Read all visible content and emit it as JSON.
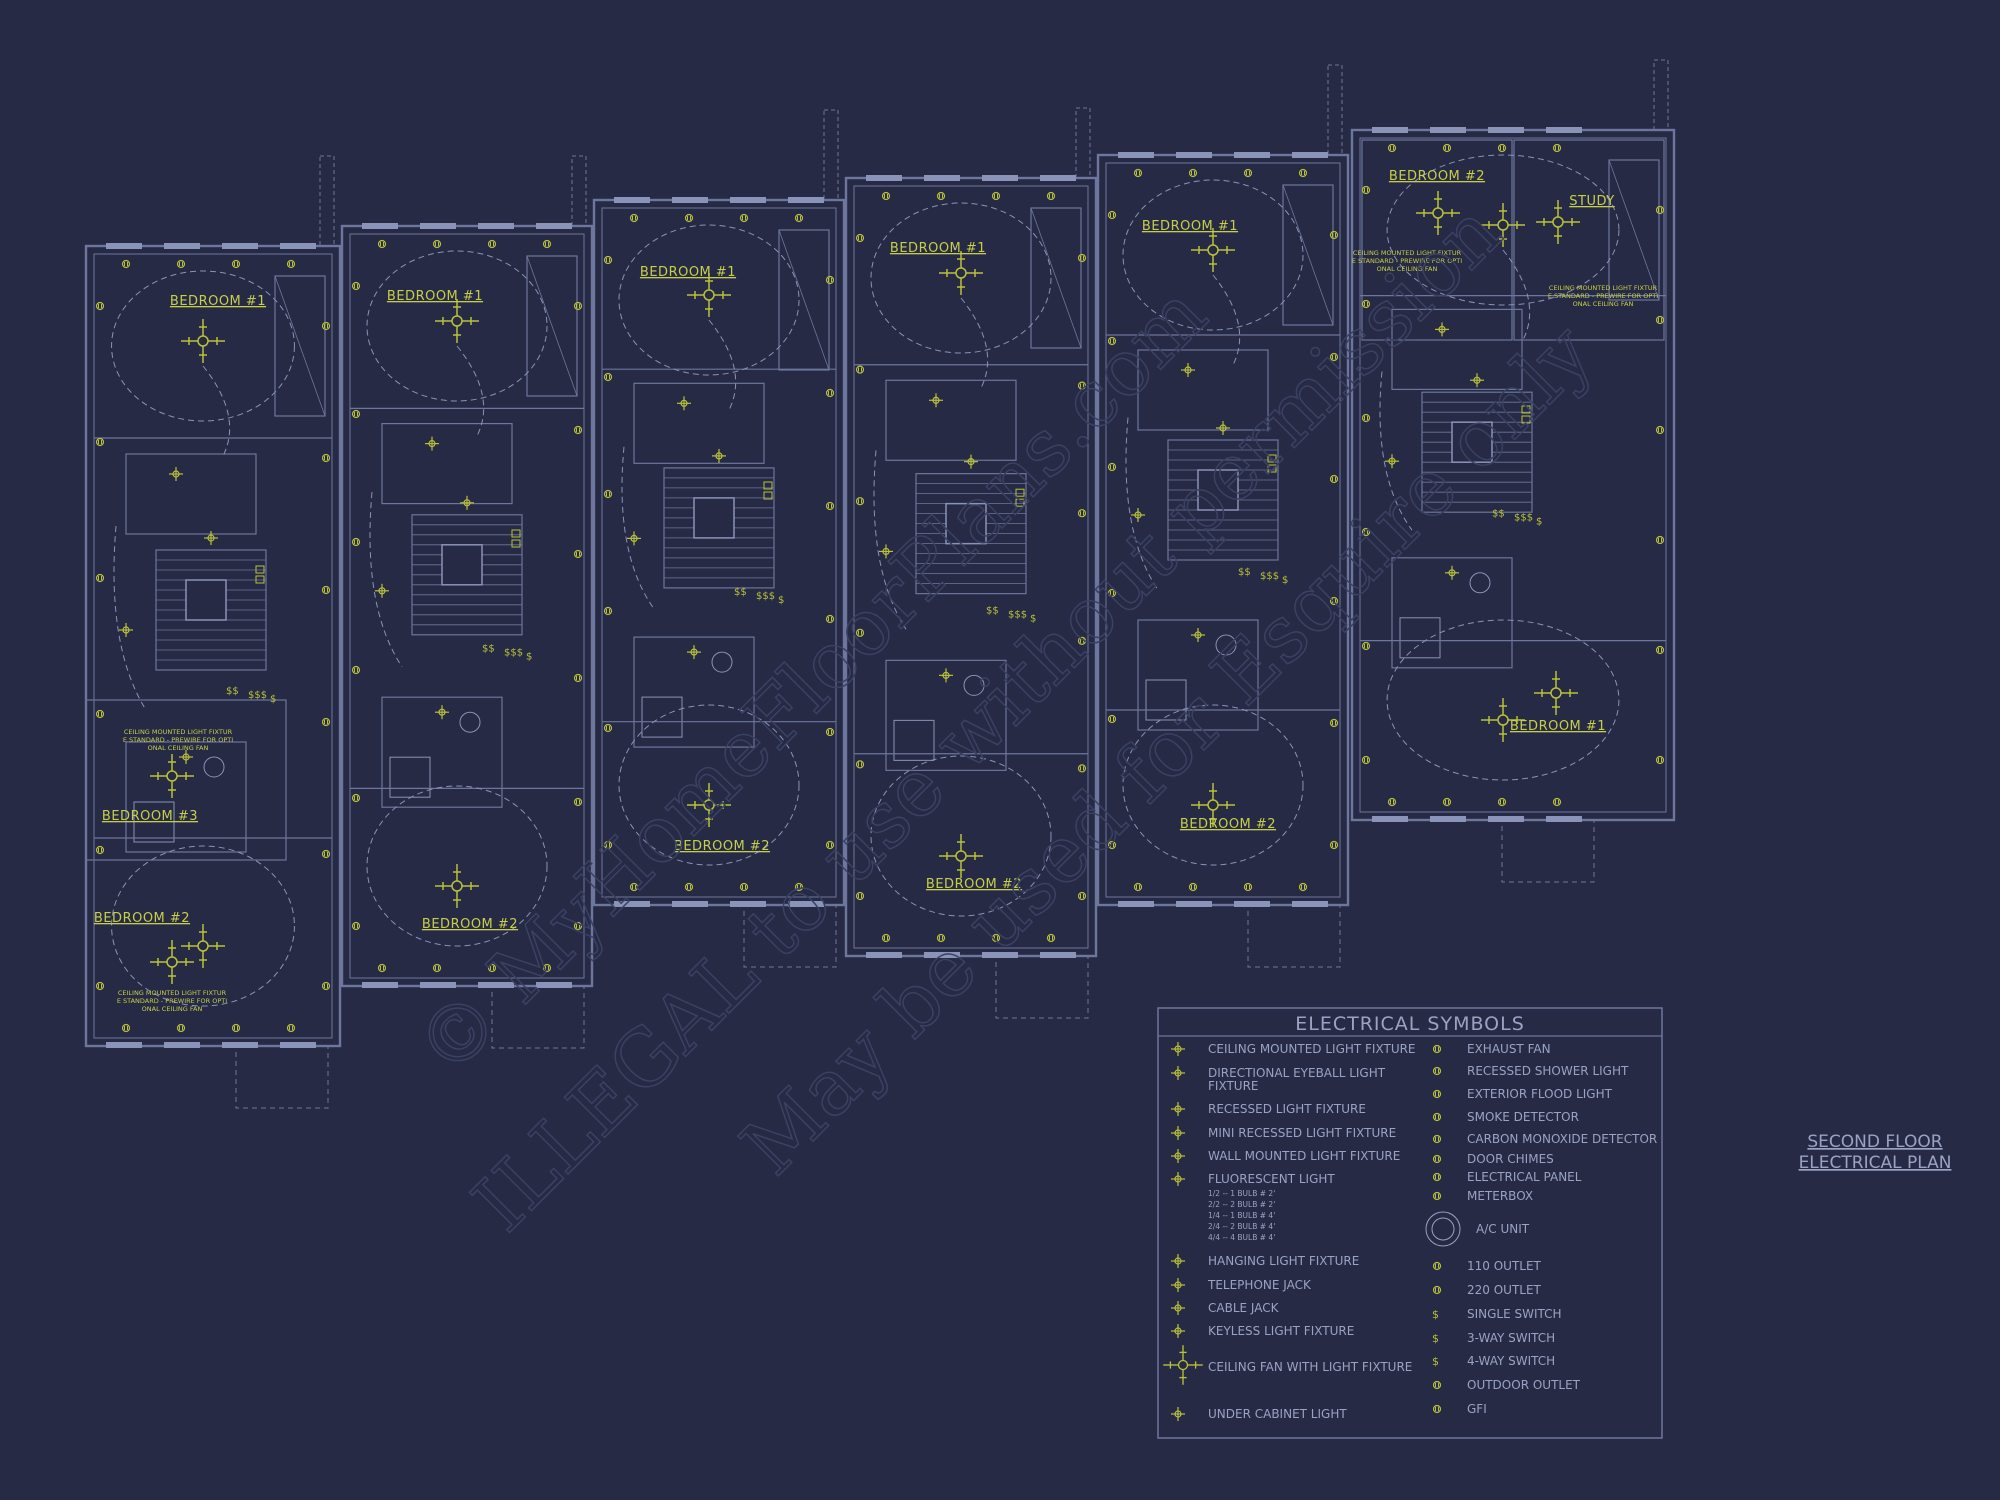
{
  "colors": {
    "background": "#262a44",
    "wall": "#6d769c",
    "wall_light": "#8a93b8",
    "electrical": "#b9c13a",
    "label": "#c7cf4a",
    "legend_text": "#9aa3c4",
    "watermark": "#3a4163"
  },
  "rooms": [
    {
      "label": "BEDROOM #1"
    },
    {
      "label": "BEDROOM #3"
    },
    {
      "label": "BEDROOM #2"
    },
    {
      "label": "BEDROOM #1"
    },
    {
      "label": "BEDROOM #2"
    },
    {
      "label": "BEDROOM #1"
    },
    {
      "label": "BEDROOM #2"
    },
    {
      "label": "BEDROOM #1"
    },
    {
      "label": "BEDROOM #2"
    },
    {
      "label": "BEDROOM #1"
    },
    {
      "label": "BEDROOM #2"
    },
    {
      "label": "BEDROOM #2"
    },
    {
      "label": "STUDY"
    },
    {
      "label": "BEDROOM #1"
    }
  ],
  "notes": [
    {
      "text": "CEILING MOUNTED LIGHT FIXTURE STANDARD - PREWIRE FOR OPTIONAL CEILING FAN"
    },
    {
      "text": "CEILING MOUNTED LIGHT FIXTURE STANDARD - PREWIRE FOR OPTIONAL CEILING FAN"
    },
    {
      "text": "CEILING MOUNTED LIGHT FIXTURE STANDARD - PREWIRE FOR OPTIONAL CEILING FAN"
    },
    {
      "text": "CEILING MOUNTED LIGHT FIXTURE STANDARD - PREWIRE FOR OPTIONAL CEILING FAN"
    }
  ],
  "legend": {
    "title": "ELECTRICAL SYMBOLS",
    "left": [
      {
        "icon": "ceiling-light-icon",
        "label": "CEILING MOUNTED LIGHT FIXTURE"
      },
      {
        "icon": "eyeball-light-icon",
        "label": "DIRECTIONAL EYEBALL LIGHT FIXTURE"
      },
      {
        "icon": "recessed-light-icon",
        "label": "RECESSED LIGHT FIXTURE"
      },
      {
        "icon": "mini-recessed-icon",
        "label": "MINI RECESSED LIGHT FIXTURE"
      },
      {
        "icon": "wall-light-icon",
        "label": "WALL MOUNTED LIGHT FIXTURE"
      },
      {
        "icon": "fluorescent-icon",
        "label": "FLUORESCENT LIGHT"
      },
      {
        "icon": "hanging-light-icon",
        "label": "HANGING LIGHT FIXTURE"
      },
      {
        "icon": "telephone-jack-icon",
        "label": "TELEPHONE JACK"
      },
      {
        "icon": "cable-jack-icon",
        "label": "CABLE JACK"
      },
      {
        "icon": "keyless-light-icon",
        "label": "KEYLESS LIGHT FIXTURE"
      },
      {
        "icon": "ceiling-fan-icon",
        "label": "CEILING FAN WITH LIGHT FIXTURE"
      },
      {
        "icon": "under-cabinet-icon",
        "label": "UNDER CABINET LIGHT"
      }
    ],
    "fluorescent_notes": [
      "1/2 -- 1 BULB # 2'",
      "2/2 -- 2 BULB # 2'",
      "1/4 -- 1 BULB # 4'",
      "2/4 -- 2 BULB # 4'",
      "4/4 -- 4 BULB # 4'"
    ],
    "right": [
      {
        "icon": "exhaust-fan-icon",
        "label": "EXHAUST FAN"
      },
      {
        "icon": "shower-light-icon",
        "label": "RECESSED SHOWER LIGHT"
      },
      {
        "icon": "flood-light-icon",
        "label": "EXTERIOR FLOOD LIGHT"
      },
      {
        "icon": "smoke-detector-icon",
        "label": "SMOKE DETECTOR"
      },
      {
        "icon": "co-detector-icon",
        "label": "CARBON MONOXIDE DETECTOR"
      },
      {
        "icon": "door-chimes-icon",
        "label": "DOOR CHIMES"
      },
      {
        "icon": "electrical-panel-icon",
        "label": "ELECTRICAL PANEL"
      },
      {
        "icon": "meterbox-icon",
        "label": "METERBOX"
      },
      {
        "icon": "ac-unit-icon",
        "label": "A/C UNIT"
      },
      {
        "icon": "outlet-110-icon",
        "label": "110 OUTLET"
      },
      {
        "icon": "outlet-220-icon",
        "label": "220 OUTLET"
      },
      {
        "icon": "single-switch-icon",
        "label": "SINGLE SWITCH"
      },
      {
        "icon": "three-way-switch-icon",
        "label": "3-WAY SWITCH"
      },
      {
        "icon": "four-way-switch-icon",
        "label": "4-WAY SWITCH"
      },
      {
        "icon": "outdoor-outlet-icon",
        "label": "OUTDOOR OUTLET"
      },
      {
        "icon": "gfi-icon",
        "label": "GFI"
      }
    ]
  },
  "title_block": {
    "line1": "SECOND FLOOR",
    "line2": "ELECTRICAL PLAN"
  },
  "watermark": {
    "line1": "© MyHomeFloorPlans.com",
    "line2": "ILLEGAL to use without permission",
    "line3": "May be used for Esquire only"
  }
}
